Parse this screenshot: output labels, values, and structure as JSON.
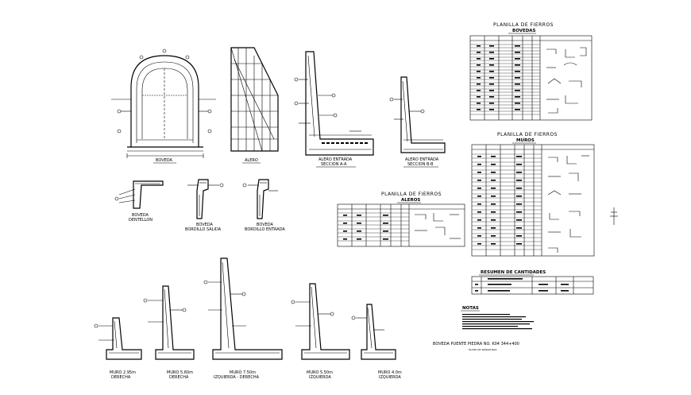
{
  "drawing": {
    "boveda": {
      "title": "BOVEDA"
    },
    "alero": {
      "title": "ALERO"
    },
    "alero_entrada": {
      "title": "ALERO ENTRADA",
      "section": "SECCION A-A"
    },
    "alero_entrada_2": {
      "title": "ALERO ENTRADA",
      "section": "SECCION B-B"
    },
    "boveda_dentellon": {
      "title": "BOVEDA",
      "subtitle": "DENTELLON"
    },
    "boveda_bordillo_salida": {
      "title": "BOVEDA",
      "subtitle": "BORDILLO SALIDA"
    },
    "boveda_bordillo_entrada": {
      "title": "BOVEDA",
      "subtitle": "BORDILLO ENTRADA"
    },
    "muros": [
      {
        "title": "MURO 2.95m",
        "subtitle": "DERECHA"
      },
      {
        "title": "MURO 5.60m",
        "subtitle": "DERECHA"
      },
      {
        "title": "MURO 7.50m",
        "subtitle": "IZQUIERDA - DERECHA"
      },
      {
        "title": "MURO 5.50m",
        "subtitle": "IZQUIERDA"
      },
      {
        "title": "MURO 4.0m",
        "subtitle": "IZQUIERDA"
      }
    ]
  },
  "tables": {
    "bovedas": {
      "title": "PLANILLA DE FIERROS",
      "subtitle": "BOVEDAS"
    },
    "muros": {
      "title": "PLANILLA DE FIERROS",
      "subtitle": "MUROS"
    },
    "aleros": {
      "title": "PLANILLA DE FIERROS",
      "subtitle": "ALEROS"
    },
    "resumen": {
      "title": "RESUMEN DE CANTIDADES"
    }
  },
  "notes": {
    "title": "NOTAS"
  },
  "project": {
    "name": "BOVEDA PUENTE PIEDRA NO. K04 344+400",
    "sheet": "PLANO DE ARMADURAS"
  }
}
